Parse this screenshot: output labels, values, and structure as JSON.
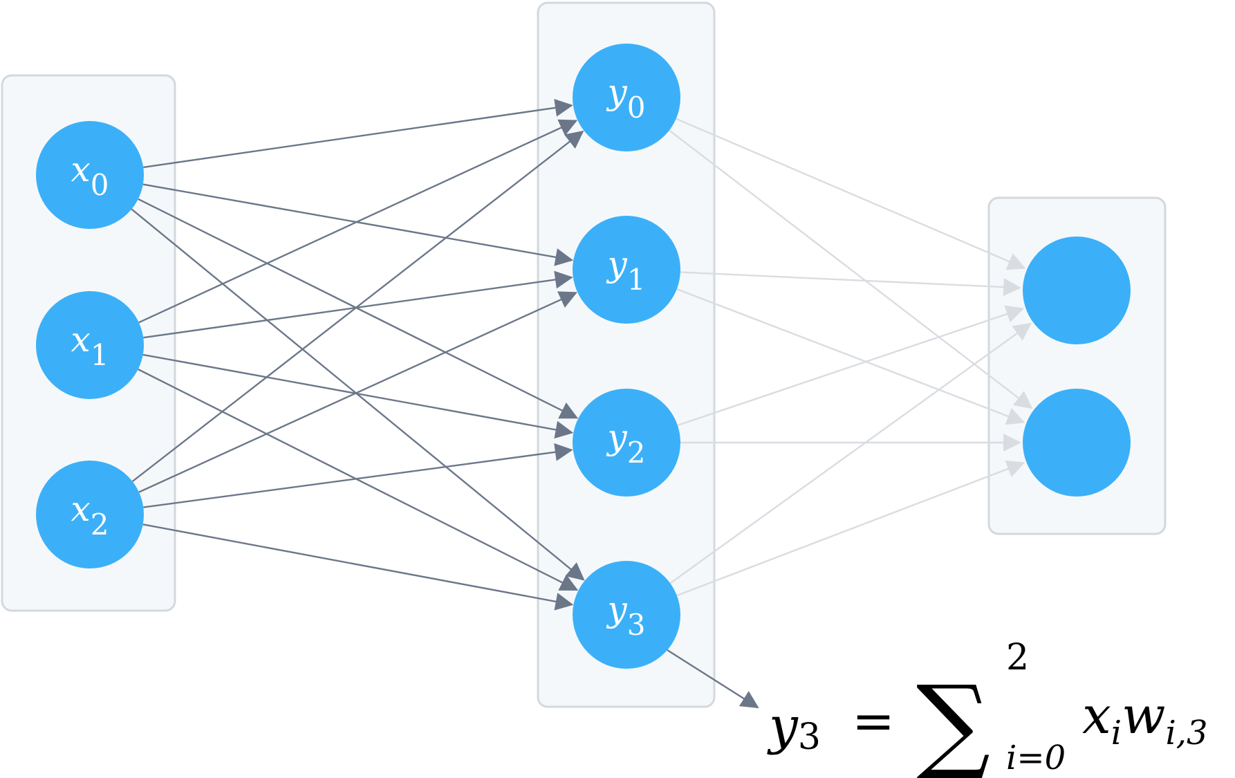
{
  "diagram": {
    "input_layer": {
      "nodes": [
        {
          "var": "x",
          "sub": "0"
        },
        {
          "var": "x",
          "sub": "1"
        },
        {
          "var": "x",
          "sub": "2"
        }
      ]
    },
    "hidden_layer": {
      "nodes": [
        {
          "var": "y",
          "sub": "0"
        },
        {
          "var": "y",
          "sub": "1"
        },
        {
          "var": "y",
          "sub": "2"
        },
        {
          "var": "y",
          "sub": "3"
        }
      ]
    },
    "output_layer": {
      "node_count": 2
    },
    "equation": {
      "lhs_var": "y",
      "lhs_sub": "3",
      "equals": "=",
      "sum_symbol": "∑",
      "upper": "2",
      "lower": "i=0",
      "term_x": "x",
      "term_x_sub": "i",
      "term_w": "w",
      "term_w_sub": "i,3"
    },
    "colors": {
      "node": "#3bb0f8",
      "edge_active": "#6b7789",
      "edge_inactive": "#d9dce1",
      "box_fill": "#f5f8fa",
      "box_stroke": "#d3d8de"
    }
  }
}
